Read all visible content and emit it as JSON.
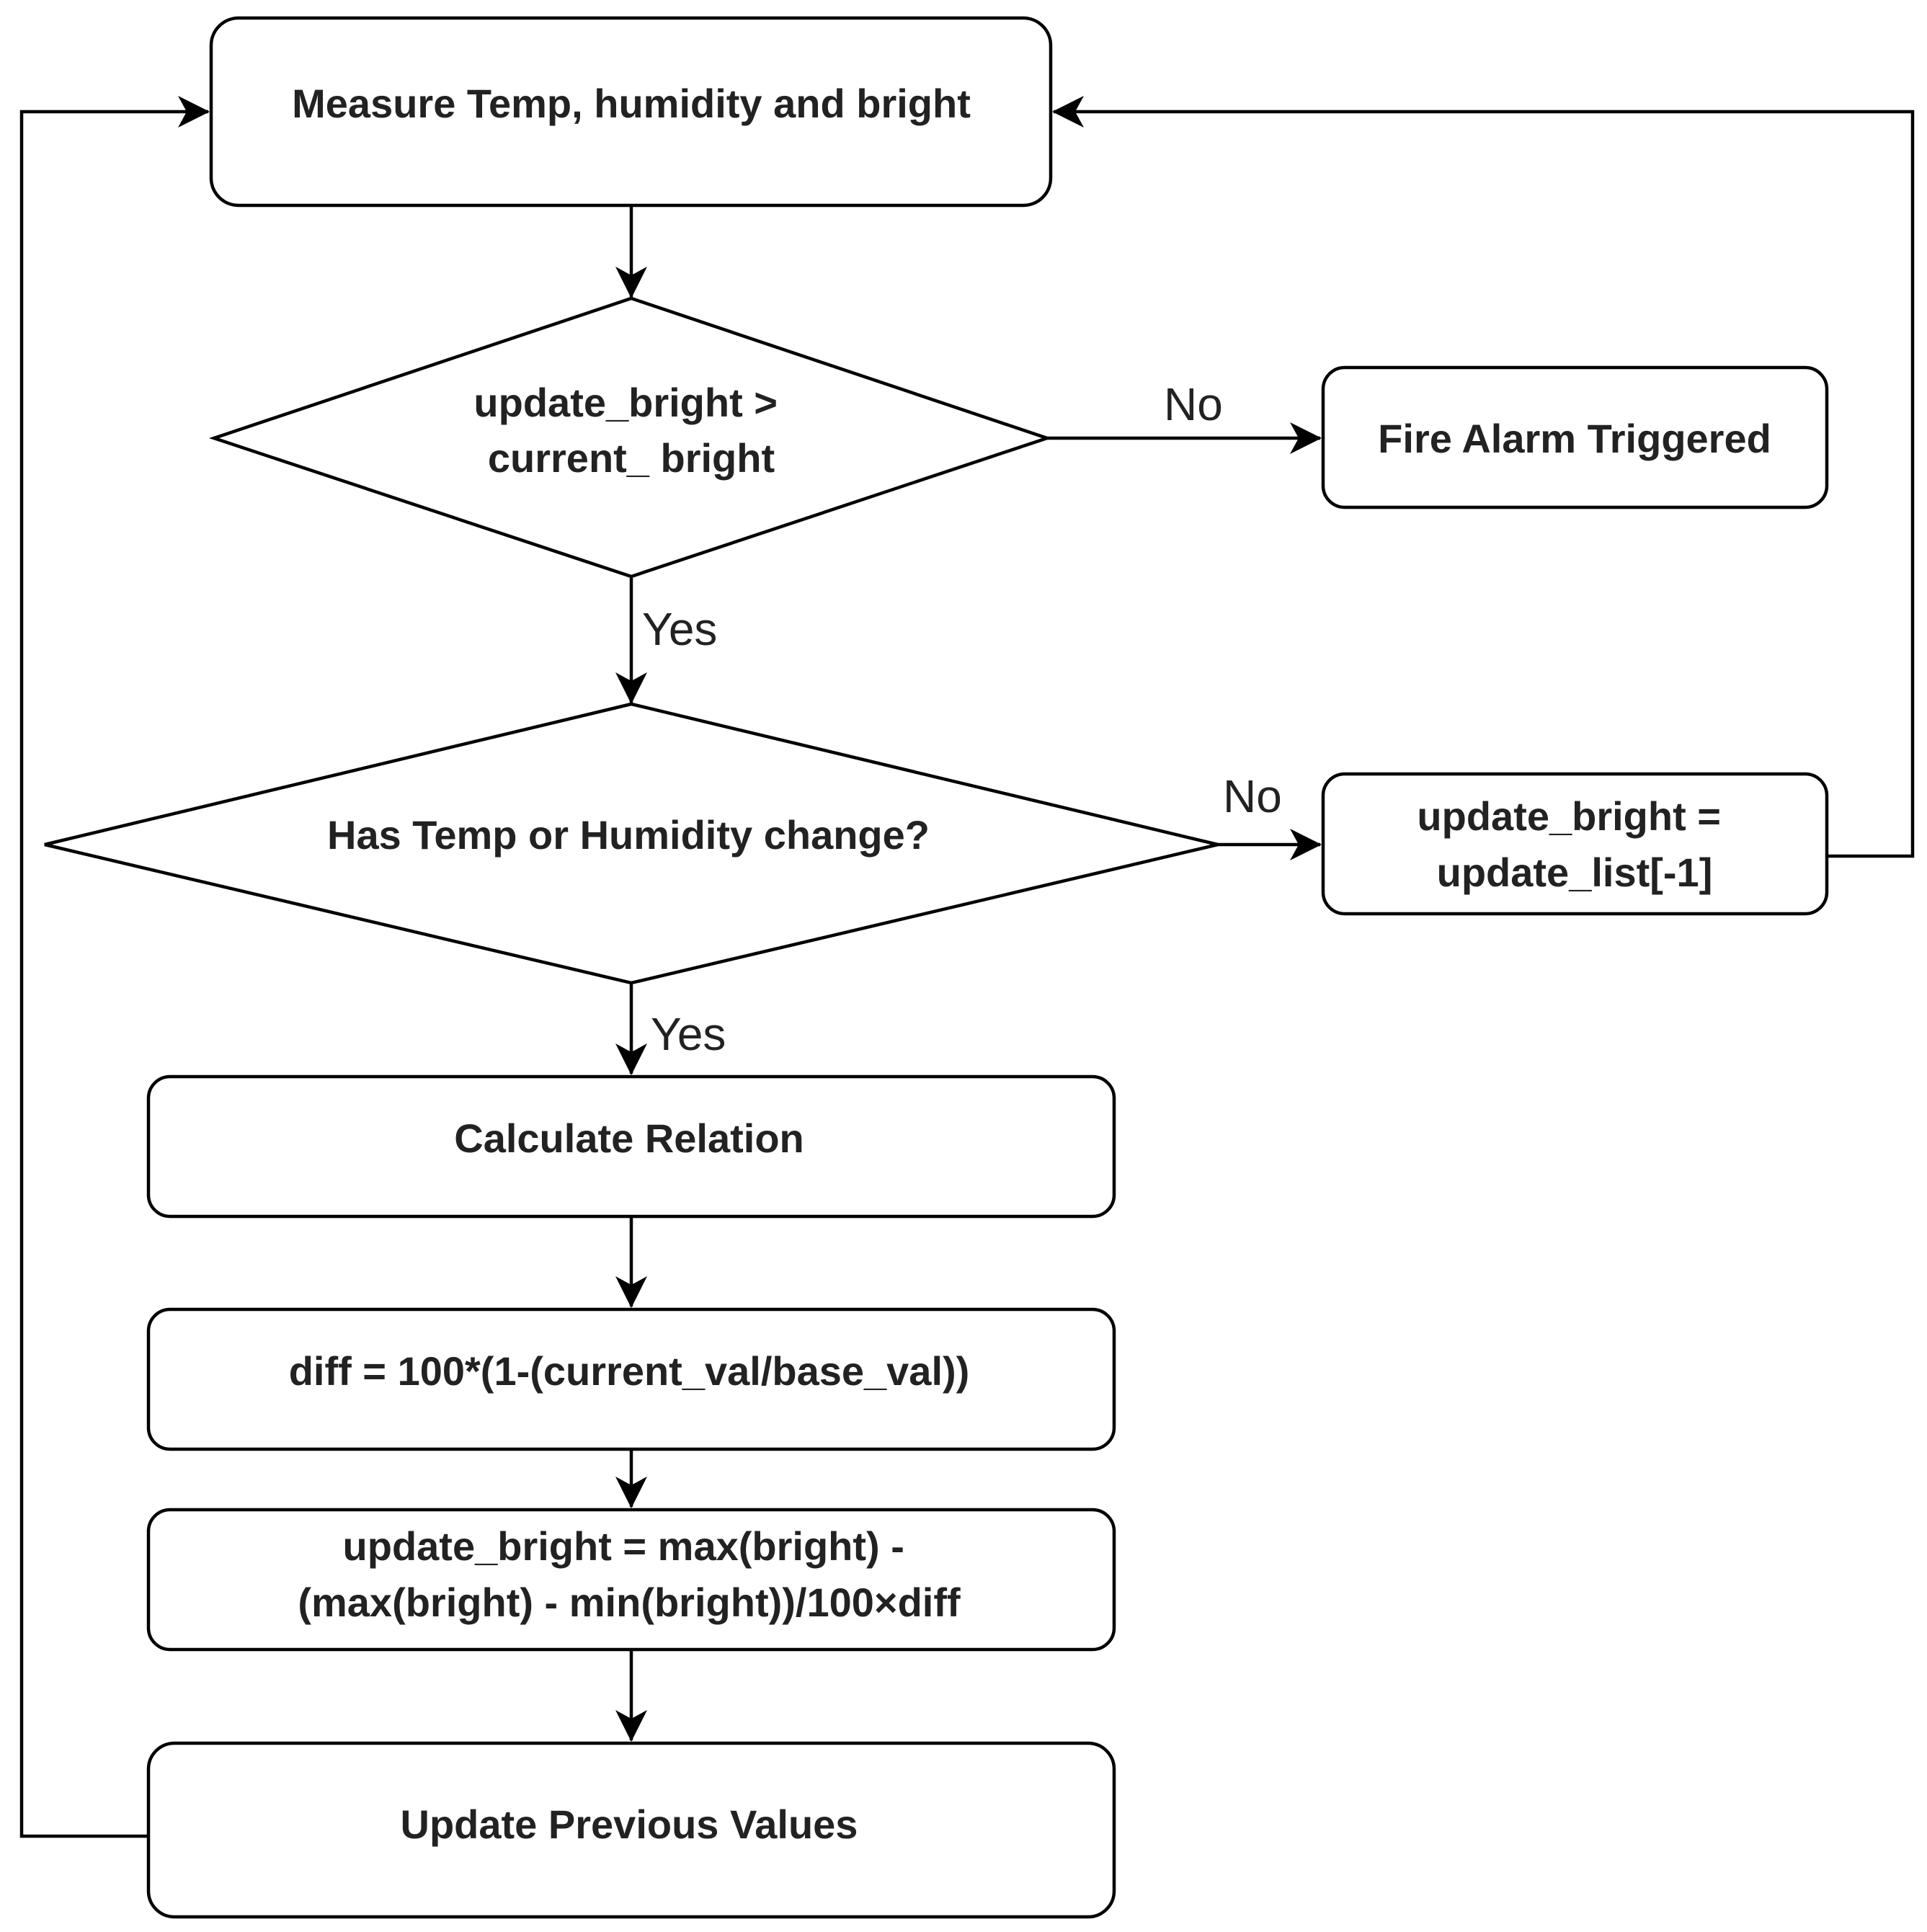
{
  "nodes": {
    "measure": {
      "lines": [
        "Measure Temp, humidity and bright"
      ]
    },
    "decision_bright": {
      "lines": [
        "update_bright >",
        "current_ bright"
      ]
    },
    "fire_alarm": {
      "lines": [
        "Fire Alarm Triggered"
      ]
    },
    "decision_change": {
      "lines": [
        "Has Temp or Humidity change?"
      ]
    },
    "update_list": {
      "lines": [
        "update_bright =",
        "update_list[-1]"
      ]
    },
    "calculate": {
      "lines": [
        "Calculate Relation"
      ]
    },
    "diff": {
      "lines": [
        "diff = 100*(1-(current_val/base_val))"
      ]
    },
    "update_bright_formula": {
      "lines": [
        "update_bright = max(bright) -",
        "(max(bright) - min(bright))/100×diff"
      ]
    },
    "update_previous": {
      "lines": [
        "Update Previous Values"
      ]
    }
  },
  "edge_labels": {
    "bright_no": "No",
    "bright_yes": "Yes",
    "change_no": "No",
    "change_yes": "Yes"
  },
  "colors": {
    "stroke": "#000000",
    "text": "#222222",
    "background": "#ffffff"
  }
}
